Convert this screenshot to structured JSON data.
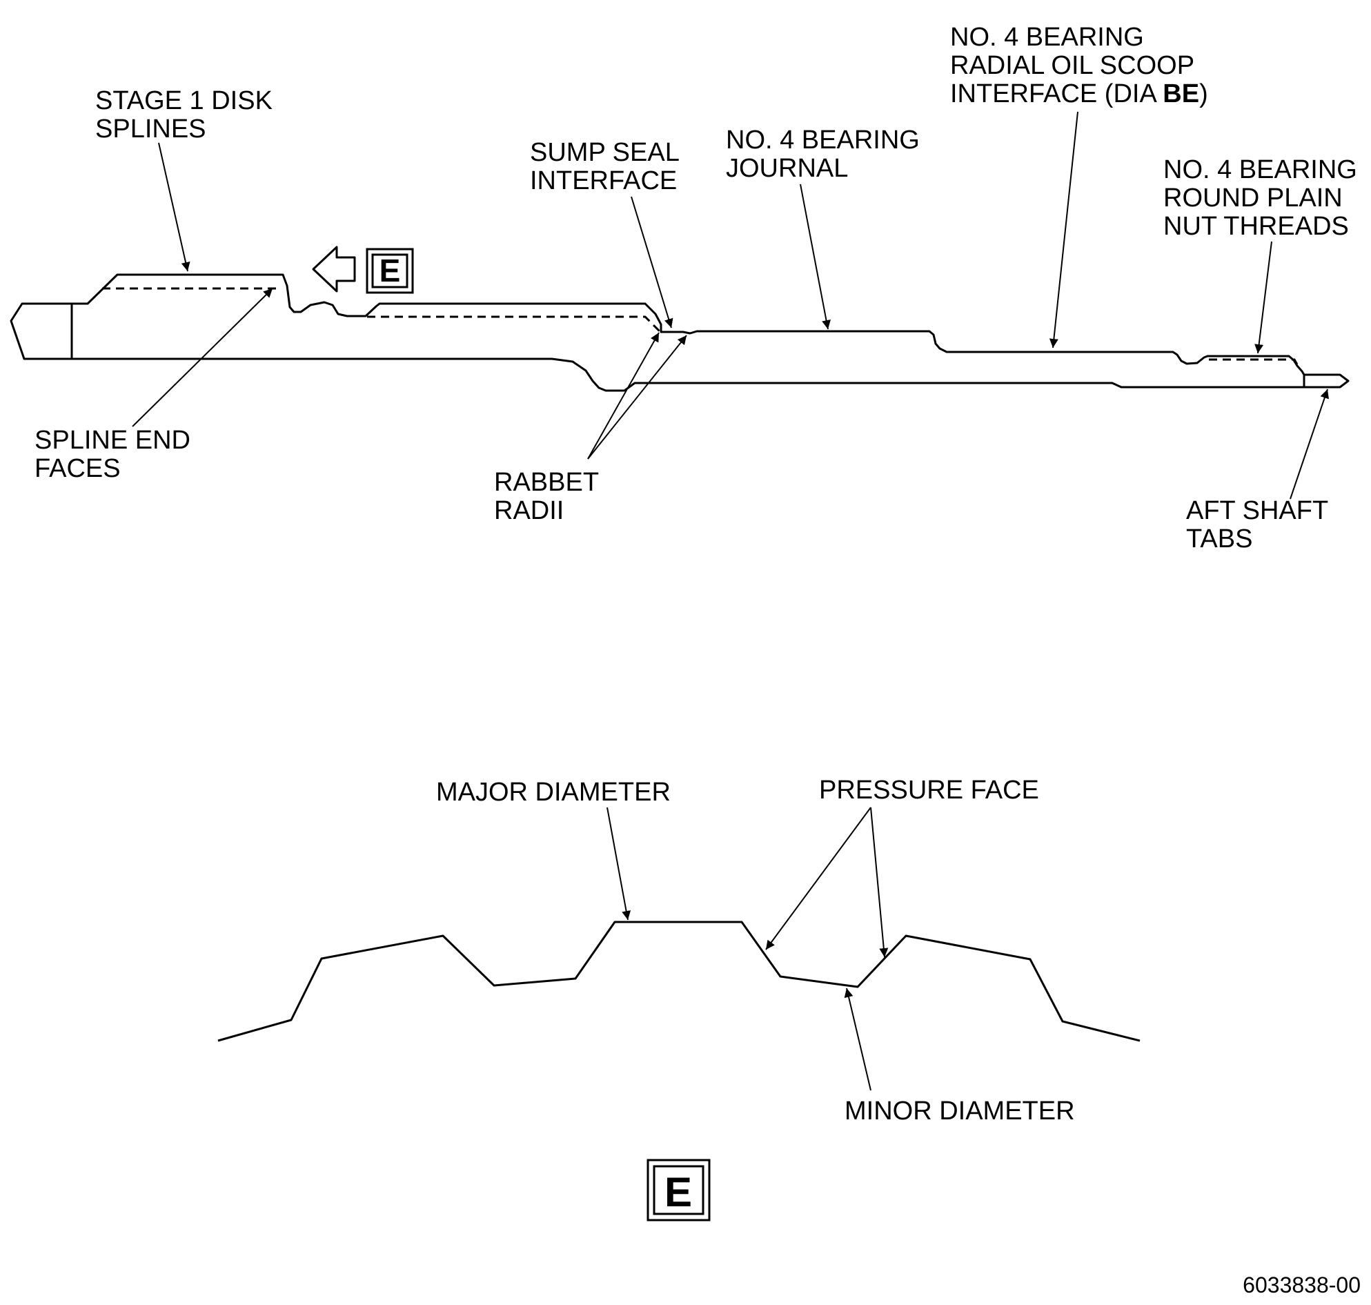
{
  "callouts": {
    "stage1_disk_splines": [
      "STAGE 1 DISK",
      "SPLINES"
    ],
    "spline_end_faces": [
      "SPLINE END",
      "FACES"
    ],
    "sump_seal_interface": [
      "SUMP SEAL",
      "INTERFACE"
    ],
    "no4_bearing_journal": [
      "NO. 4 BEARING",
      "JOURNAL"
    ],
    "no4_bearing_radial_oil_scoop": {
      "line1": "NO. 4 BEARING",
      "line2": "RADIAL OIL SCOOP",
      "line3_prefix": "INTERFACE (DIA ",
      "line3_bold": "BE",
      "line3_suffix": ")"
    },
    "no4_bearing_round_plain_nut": [
      "NO. 4 BEARING",
      "ROUND PLAIN",
      "NUT THREADS"
    ],
    "rabbet_radii": [
      "RABBET",
      "RADII"
    ],
    "aft_shaft_tabs": [
      "AFT SHAFT",
      "TABS"
    ],
    "major_diameter": "MAJOR DIAMETER",
    "pressure_face": "PRESSURE FACE",
    "minor_diameter": "MINOR DIAMETER"
  },
  "view_markers": {
    "view_arrow_letter": "E",
    "detail_view_letter": "E"
  },
  "figure_number": "6033838-00"
}
